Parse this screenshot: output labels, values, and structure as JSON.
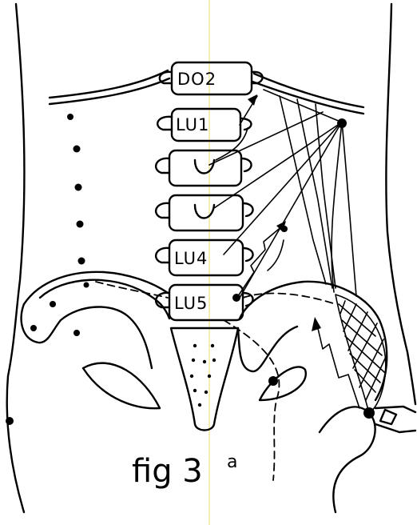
{
  "figure": {
    "caption": "fig 3",
    "caption_superscript": "a",
    "vertebra_labels": {
      "do2": "DO2",
      "lu1": "LU1",
      "lu4": "LU4",
      "lu5": "LU5"
    },
    "guide_line_color": "#f2e79a"
  }
}
